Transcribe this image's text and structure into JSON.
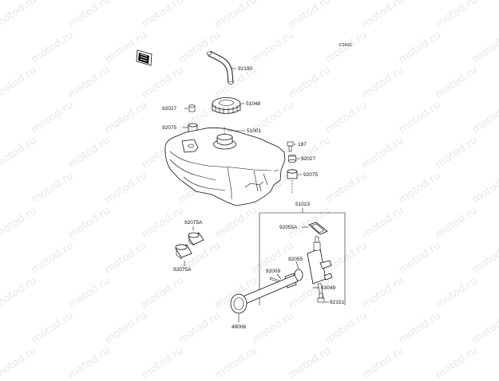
{
  "figure_code": "F2410",
  "watermark_text": "motod.ru",
  "parts": {
    "p92190": "92190",
    "p51048": "51048",
    "p92027_left": "92027",
    "p92075_left": "92075",
    "p51001": "51001",
    "p187": "187",
    "p92027_right": "92027",
    "p92075_right": "92075",
    "p51023": "51023",
    "p92055A": "92055A",
    "p92075A_top": "92075A",
    "p92075A_bottom": "92075A",
    "p92055": "92055",
    "p92009": "92009",
    "p43049": "43049",
    "p92151": "92151",
    "p49006": "49006"
  }
}
